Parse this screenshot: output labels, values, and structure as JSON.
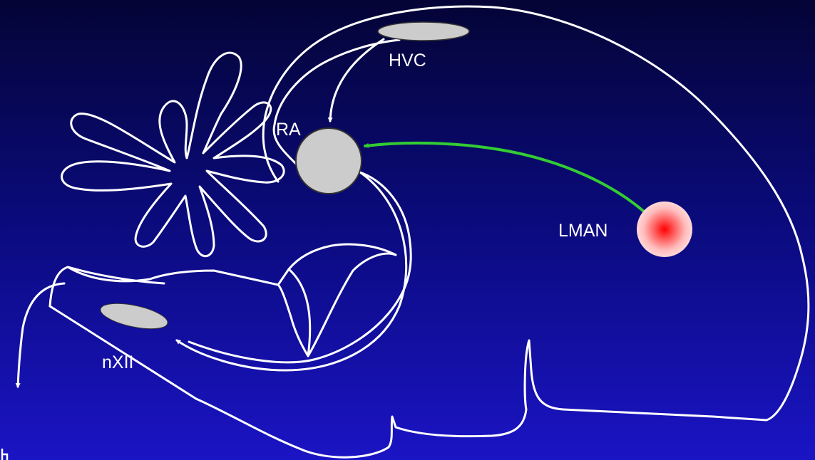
{
  "nuclei": {
    "hvc": {
      "label": "HVC",
      "color": "#cccccc"
    },
    "ra": {
      "label": "RA",
      "color": "#cccccc"
    },
    "lman": {
      "label": "LMAN",
      "color": "#ff0000"
    },
    "nxii": {
      "label": "nXII",
      "color": "#cccccc"
    }
  },
  "pathway_colors": {
    "motor": "#ffffff",
    "anterior_forebrain": "#33cc33"
  },
  "background_color": "#0a0a78"
}
